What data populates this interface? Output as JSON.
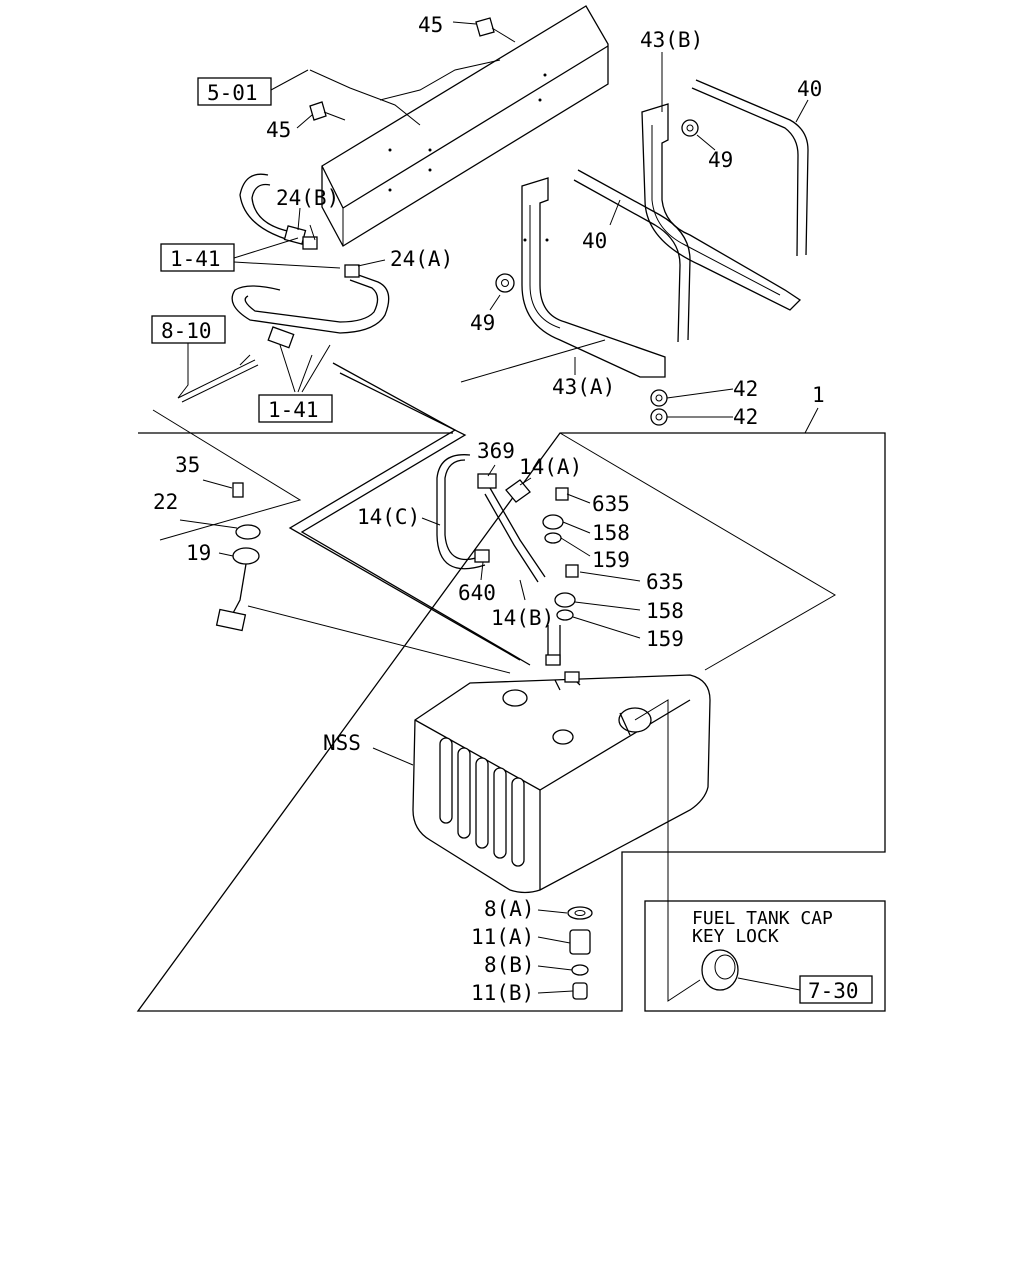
{
  "callouts": {
    "p45_top": "45",
    "p45_left": "45",
    "ref_501": "5-01",
    "p43b": "43(B)",
    "p40_right": "40",
    "p49_right": "49",
    "p24b": "24(B)",
    "ref_141_upper": "1-41",
    "p24a": "24(A)",
    "p40_mid": "40",
    "p49_left": "49",
    "ref_810": "8-10",
    "p43a": "43(A)",
    "ref_141_lower": "1-41",
    "p42_a": "42",
    "p42_b": "42",
    "p1": "1",
    "p369": "369",
    "p14a": "14(A)",
    "p35": "35",
    "p635_a": "635",
    "p22": "22",
    "p14c": "14(C)",
    "p158_a": "158",
    "p159_a": "159",
    "p19": "19",
    "p635_b": "635",
    "p640": "640",
    "p14b": "14(B)",
    "p158_b": "158",
    "p159_b": "159",
    "nss": "NSS",
    "p8a": "8(A)",
    "p11a": "11(A)",
    "p8b": "8(B)",
    "p11b": "11(B)"
  },
  "inset": {
    "title_line1": "FUEL TANK CAP",
    "title_line2": "KEY LOCK",
    "ref_730": "7-30"
  }
}
